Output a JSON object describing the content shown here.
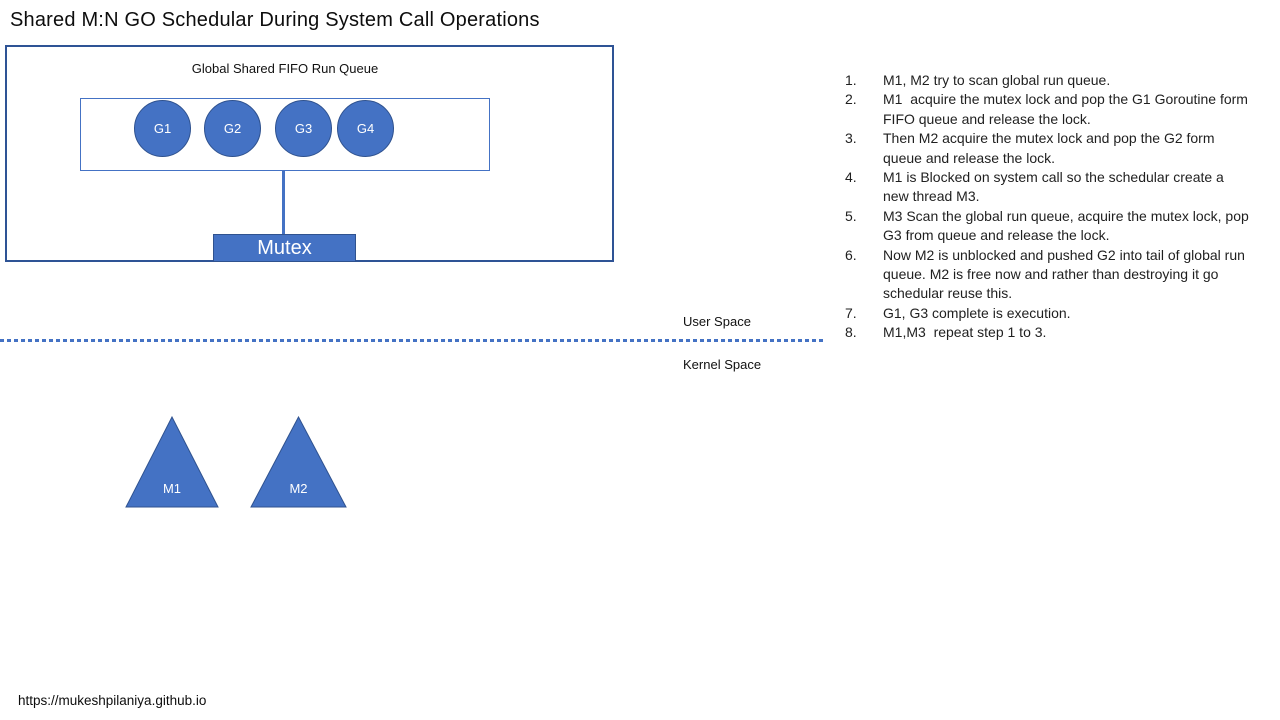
{
  "title": "Shared M:N GO Schedular During System Call Operations",
  "colors": {
    "accent": "#4472C4",
    "accent_dark": "#2F528F",
    "outer_border": "#2E5395"
  },
  "queue": {
    "label": "Global Shared FIFO Run Queue",
    "goroutines": [
      "G1",
      "G2",
      "G3",
      "G4"
    ],
    "mutex_label": "Mutex"
  },
  "spaces": {
    "user": "User Space",
    "kernel": "Kernel Space"
  },
  "threads": [
    "M1",
    "M2"
  ],
  "steps": [
    {
      "num": "1.",
      "text": "M1, M2 try to scan global run queue."
    },
    {
      "num": "2.",
      "text": "M1  acquire the mutex lock and pop the G1 Goroutine form FIFO queue and release the lock."
    },
    {
      "num": "3.",
      "text": "Then M2 acquire the mutex lock and pop the G2 form queue and release the lock."
    },
    {
      "num": "4.",
      "text": "M1 is Blocked on system call so the schedular create a new thread M3."
    },
    {
      "num": "5.",
      "text": "M3 Scan the global run queue, acquire the mutex lock, pop G3 from queue and release the lock."
    },
    {
      "num": "6.",
      "text": "Now M2 is unblocked and pushed G2 into tail of global run queue. M2 is free now and rather than destroying it go schedular reuse this."
    },
    {
      "num": "7.",
      "text": "G1, G3 complete is execution."
    },
    {
      "num": "8.",
      "text": "M1,M3  repeat step 1 to 3."
    }
  ],
  "footer": {
    "url": "https://mukeshpilaniya.github.io"
  }
}
